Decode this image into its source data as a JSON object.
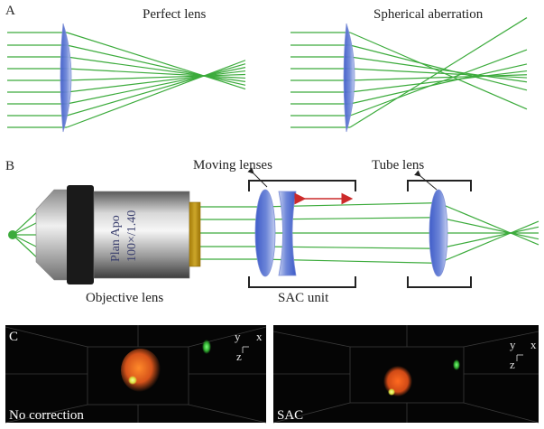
{
  "panel_a": {
    "label": "A",
    "perfect_title": "Perfect lens",
    "spherical_title": "Spherical aberration"
  },
  "panel_b": {
    "label": "B",
    "moving_lenses_label": "Moving lenses",
    "tube_lens_label": "Tube lens",
    "objective_line1": "Plan Apo",
    "objective_line2": "100×/1.40",
    "objective_label": "Objective lens",
    "sac_unit_label": "SAC unit"
  },
  "panel_c": {
    "label": "C",
    "left_caption": "No correction",
    "right_caption": "SAC",
    "axis_y": "y",
    "axis_x": "x",
    "axis_z": "z"
  },
  "colors": {
    "ray_green": "#3cab3c",
    "lens_blue": "#5570d0",
    "lens_edge": "#7d8fd6",
    "arrow_red": "#cc2a2a",
    "bracket": "#222222",
    "panel_c_bg": "#050505",
    "bead_orange": "#e8641e",
    "bead_green": "#3cc83c"
  }
}
